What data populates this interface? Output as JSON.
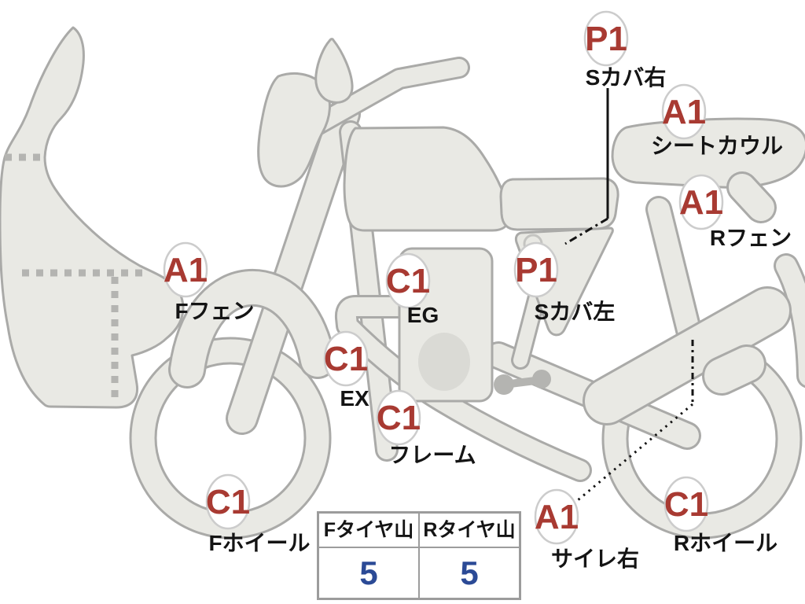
{
  "diagram": {
    "type": "motorcycle-condition-map",
    "parts": [
      {
        "id": "s-cover-right",
        "code": "P1",
        "label": "Sカバ右"
      },
      {
        "id": "seat-cowl",
        "code": "A1",
        "label": "シートカウル"
      },
      {
        "id": "r-fender",
        "code": "A1",
        "label": "Rフェン"
      },
      {
        "id": "f-fender",
        "code": "A1",
        "label": "Fフェン"
      },
      {
        "id": "engine",
        "code": "C1",
        "label": "EG"
      },
      {
        "id": "exhaust",
        "code": "C1",
        "label": "EX"
      },
      {
        "id": "frame",
        "code": "C1",
        "label": "フレーム"
      },
      {
        "id": "s-cover-left",
        "code": "P1",
        "label": "Sカバ左"
      },
      {
        "id": "f-wheel",
        "code": "C1",
        "label": "Fホイール"
      },
      {
        "id": "r-wheel",
        "code": "C1",
        "label": "Rホイール"
      },
      {
        "id": "silencer-right",
        "code": "A1",
        "label": "サイレ右"
      }
    ],
    "colors": {
      "body": "#e9e9e4",
      "outline": "#aaaaa8",
      "badge_text": "#a83a32",
      "badge_border": "#cccccc",
      "label_text": "#141414",
      "tire_value": "#2b4a96",
      "table_border": "#9c9c9c",
      "accent_gray": "#b4b4b1"
    }
  },
  "tire_table": {
    "columns": [
      {
        "header": "Fタイヤ山",
        "value": "5"
      },
      {
        "header": "Rタイヤ山",
        "value": "5"
      }
    ]
  }
}
